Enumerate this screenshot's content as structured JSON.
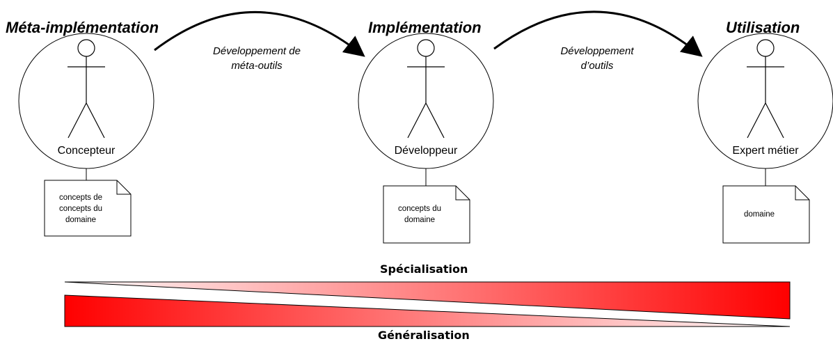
{
  "phases": [
    {
      "title": "Méta-implémentation",
      "role": "Concepteur",
      "note": [
        "concepts de",
        "concepts du",
        "domaine"
      ]
    },
    {
      "title": "Implémentation",
      "role": "Développeur",
      "note": [
        "concepts du",
        "domaine"
      ]
    },
    {
      "title": "Utilisation",
      "role": "Expert métier",
      "note": [
        "domaine"
      ]
    }
  ],
  "arrows": [
    {
      "label": [
        "Développement de",
        "méta-outils"
      ]
    },
    {
      "label": [
        "Développement",
        "d’outils"
      ]
    }
  ],
  "scale": {
    "top_label": "Spécialisation",
    "bottom_label": "Généralisation",
    "color_strong": "#ff0000",
    "color_light": "#ffffff"
  }
}
